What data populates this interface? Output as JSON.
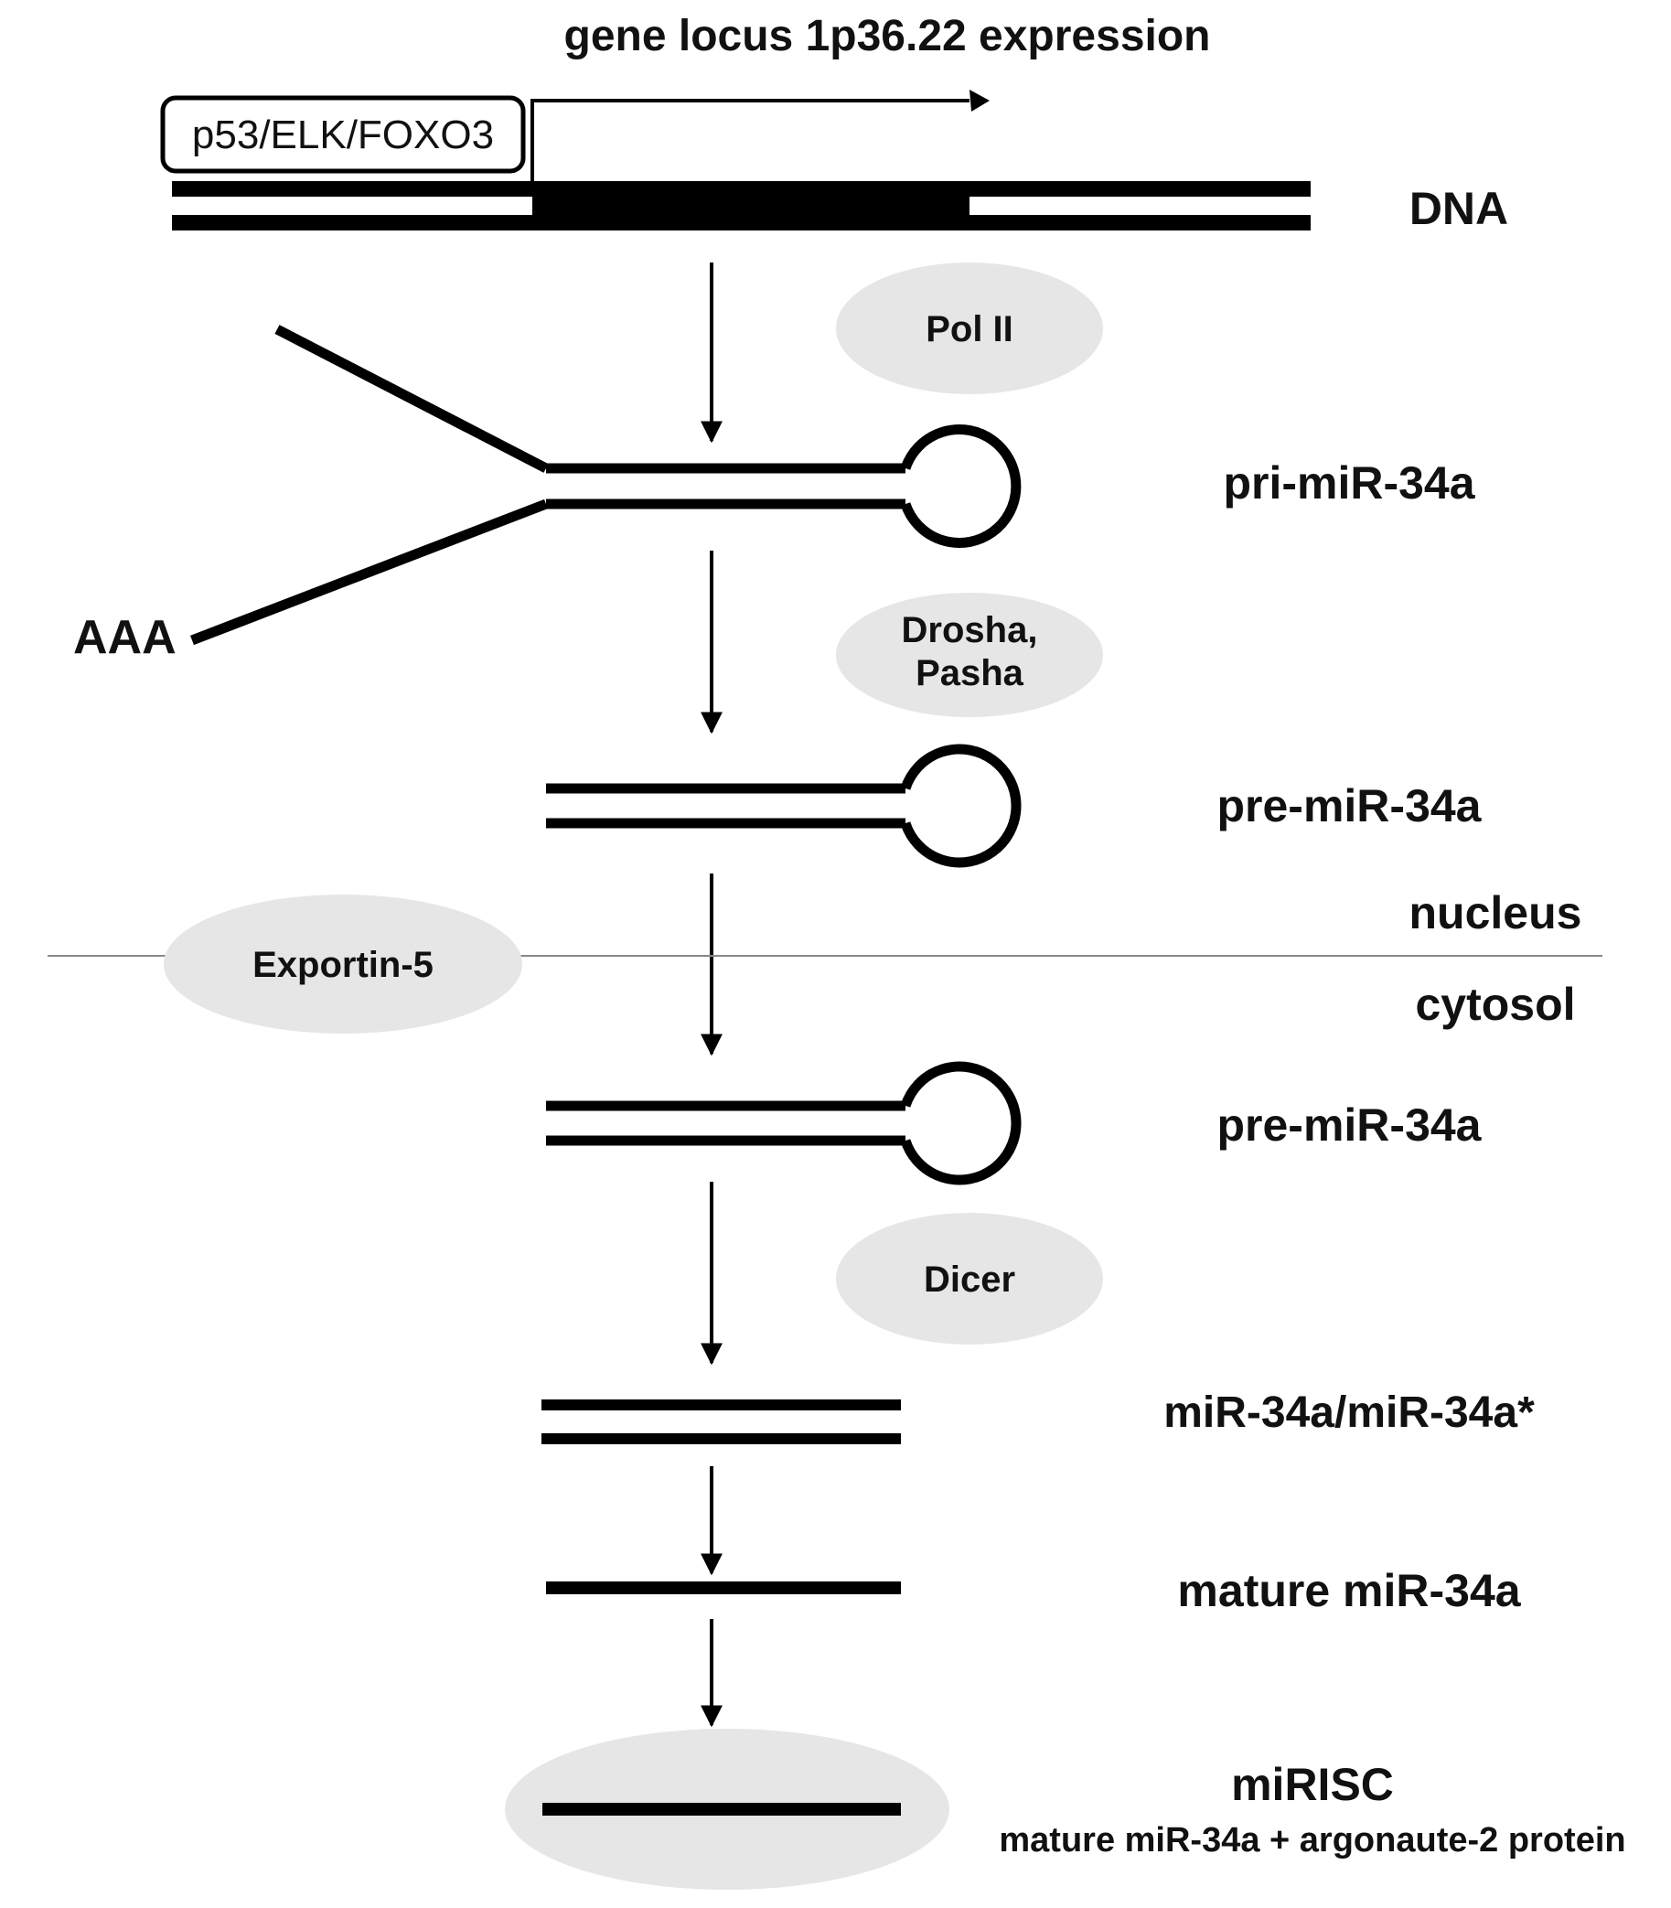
{
  "title": "gene locus 1p36.22 expression",
  "promoter_label": "p53/ELK/FOXO3",
  "stages": {
    "dna": "DNA",
    "pri": "pri-miR-34a",
    "pre_nucleus": "pre-miR-34a",
    "pre_cytosol": "pre-miR-34a",
    "duplex": "miR-34a/miR-34a*",
    "mature": "mature miR-34a",
    "mirisc": "miRISC",
    "mirisc_sub": "mature miR-34a + argonaute-2 protein"
  },
  "tail_label": "AAA",
  "enzymes": {
    "pol2": "Pol II",
    "drosha_line1": "Drosha,",
    "drosha_line2": "Pasha",
    "exportin": "Exportin-5",
    "dicer": "Dicer"
  },
  "compartments": {
    "nucleus": "nucleus",
    "cytosol": "cytosol"
  },
  "colors": {
    "stroke": "#000000",
    "enzyme_fill": "#e6e6e6",
    "divider": "#888888"
  }
}
